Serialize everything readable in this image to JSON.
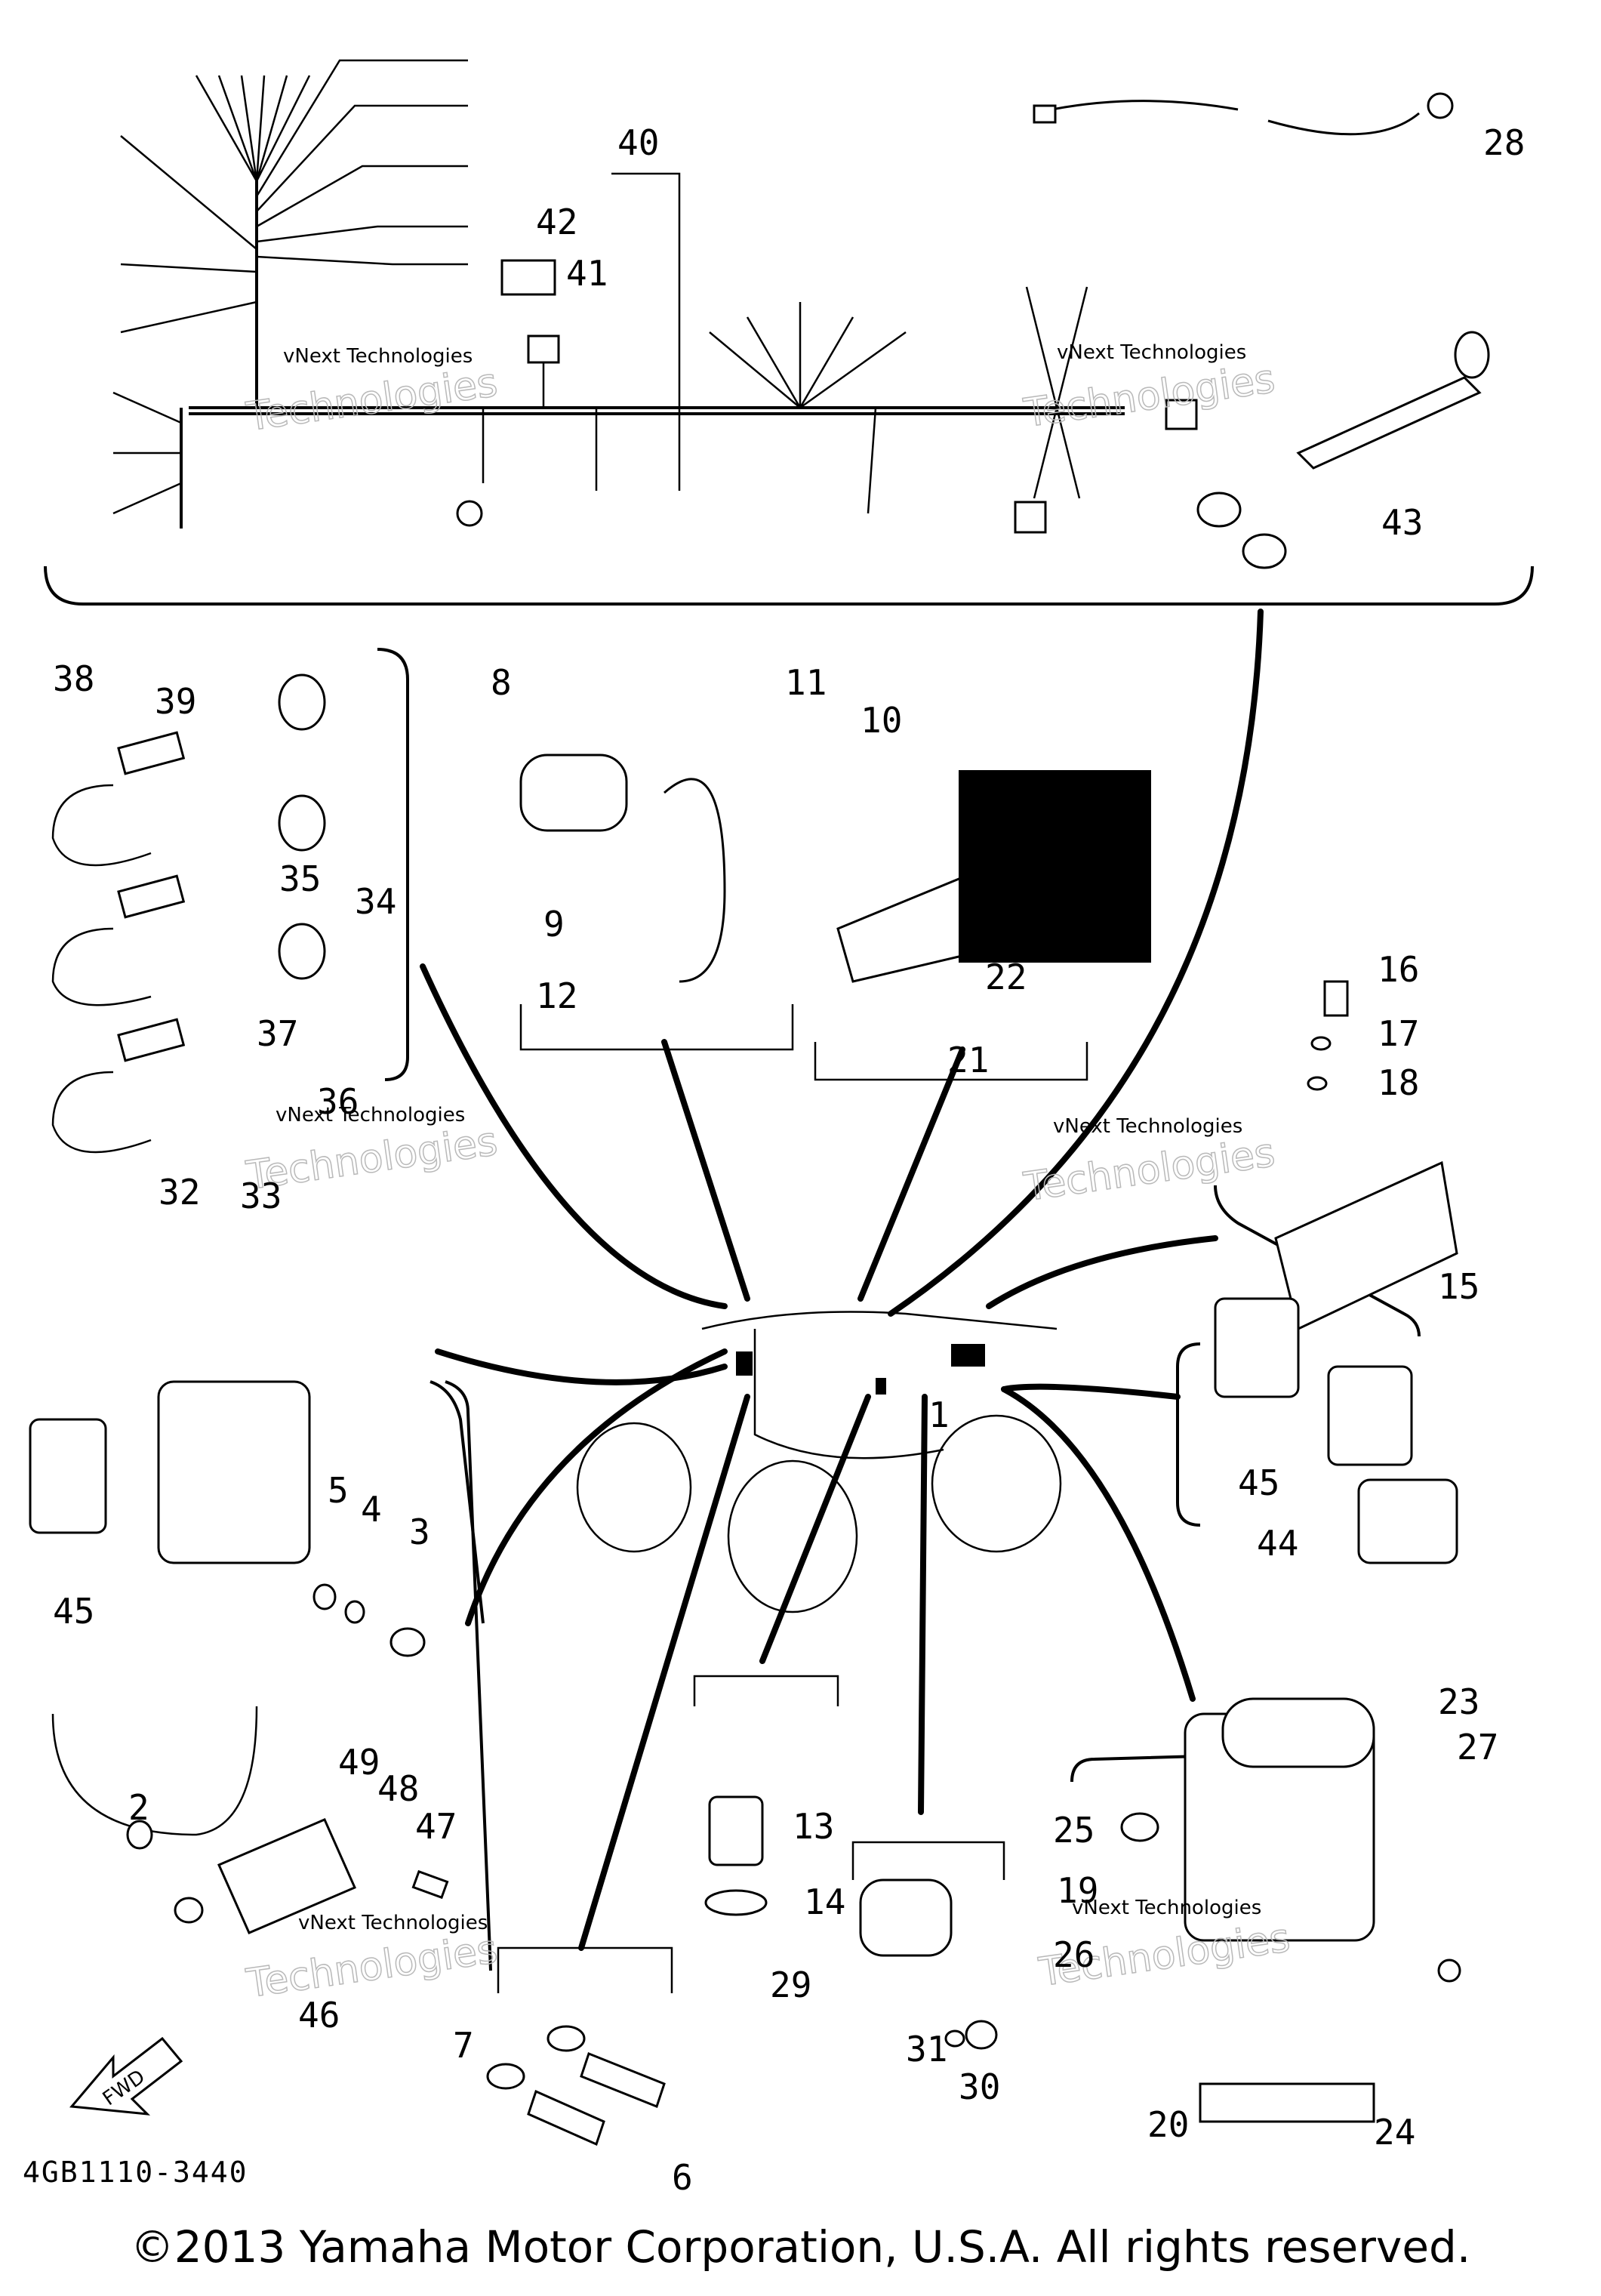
{
  "diagram": {
    "part_numbers": [
      "1",
      "2",
      "3",
      "4",
      "5",
      "6",
      "7",
      "8",
      "9",
      "10",
      "11",
      "12",
      "13",
      "14",
      "15",
      "16",
      "17",
      "18",
      "19",
      "20",
      "21",
      "22",
      "23",
      "24",
      "25",
      "26",
      "27",
      "28",
      "29",
      "30",
      "31",
      "32",
      "33",
      "34",
      "35",
      "36",
      "37",
      "38",
      "39",
      "40",
      "41",
      "42",
      "43",
      "44",
      "45",
      "45",
      "46",
      "47",
      "48",
      "49"
    ],
    "drawing_code": "4GB1110-3440",
    "watermark_small": "vNext Technologies",
    "watermark_large": "Technologies",
    "fwd_label": "FWD",
    "copyright": "©2013 Yamaha Motor Corporation, U.S.A. All rights reserved."
  }
}
